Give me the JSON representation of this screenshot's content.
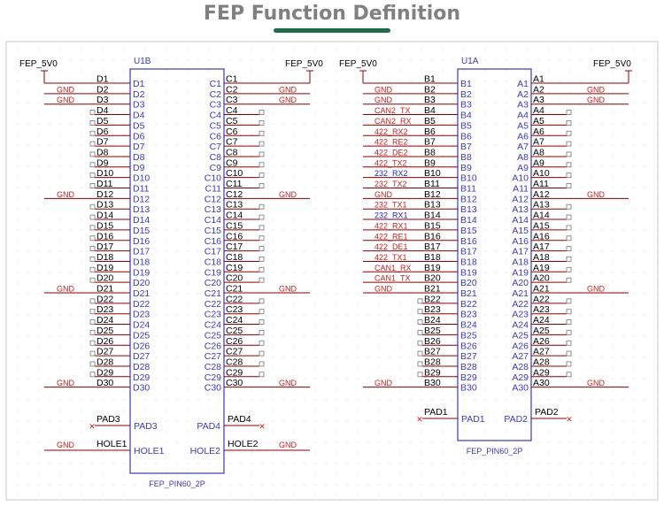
{
  "title": "FEP Function Definition",
  "colors": {
    "title": "#808080",
    "underline": "#1f6b4a",
    "body_outline": "#3b3bb5",
    "pin_line": "#8b0000",
    "net_red": "#cc2020",
    "net_blue": "#2020cc",
    "text": "#000000",
    "frame": "#c8c8c8"
  },
  "u1b": {
    "ref": "U1B",
    "part": "FEP_PIN60_2P",
    "left_power": "FEP_5V0",
    "right_power": "FEP_5V0",
    "left_pins": [
      "D1",
      "D2",
      "D3",
      "D4",
      "D5",
      "D6",
      "D7",
      "D8",
      "D9",
      "D10",
      "D11",
      "D12",
      "D13",
      "D14",
      "D15",
      "D16",
      "D17",
      "D18",
      "D19",
      "D20",
      "D21",
      "D22",
      "D23",
      "D24",
      "D25",
      "D26",
      "D27",
      "D28",
      "D29",
      "D30"
    ],
    "right_pins": [
      "C1",
      "C2",
      "C3",
      "C4",
      "C5",
      "C6",
      "C7",
      "C8",
      "C9",
      "C10",
      "C11",
      "C12",
      "C13",
      "C14",
      "C15",
      "C16",
      "C17",
      "C18",
      "C19",
      "C20",
      "C21",
      "C22",
      "C23",
      "C24",
      "C25",
      "C26",
      "C27",
      "C28",
      "C29",
      "C30"
    ],
    "left_nets": {
      "2": "GND",
      "3": "GND",
      "12": "GND",
      "21": "GND",
      "30": "GND"
    },
    "right_nets": {
      "2": "GND",
      "3": "GND",
      "12": "GND",
      "21": "GND",
      "30": "GND"
    },
    "pad_left": "PAD3",
    "pad_right": "PAD4",
    "hole_left": "HOLE1",
    "hole_right": "HOLE2",
    "hole_left_net": "GND",
    "hole_right_net": "GND"
  },
  "u1a": {
    "ref": "U1A",
    "part": "FEP_PIN60_2P",
    "left_power": "FEP_5V0",
    "right_power": "FEP_5V0",
    "left_pins": [
      "B1",
      "B2",
      "B3",
      "B4",
      "B5",
      "B6",
      "B7",
      "B8",
      "B9",
      "B10",
      "B11",
      "B12",
      "B13",
      "B14",
      "B15",
      "B16",
      "B17",
      "B18",
      "B19",
      "B20",
      "B21",
      "B22",
      "B23",
      "B24",
      "B25",
      "B26",
      "B27",
      "B28",
      "B29",
      "B30"
    ],
    "right_pins": [
      "A1",
      "A2",
      "A3",
      "A4",
      "A5",
      "A6",
      "A7",
      "A8",
      "A9",
      "A10",
      "A11",
      "A12",
      "A13",
      "A14",
      "A15",
      "A16",
      "A17",
      "A18",
      "A19",
      "A20",
      "A21",
      "A22",
      "A23",
      "A24",
      "A25",
      "A26",
      "A27",
      "A28",
      "A29",
      "A30"
    ],
    "left_nets": {
      "2": "GND",
      "3": "GND",
      "4": "CAN2_TX",
      "5": "CAN2_RX",
      "6": "422_RX2",
      "7": "422_RE2",
      "8": "422_DE2",
      "9": "422_TX2",
      "10": "232_RX2",
      "11": "232_TX2",
      "12": "GND",
      "13": "232_TX1",
      "14": "232_RX1",
      "15": "422_RX1",
      "16": "422_RE1",
      "17": "422_DE1",
      "18": "422_TX1",
      "19": "CAN1_RX",
      "20": "CAN1_TX",
      "21": "GND",
      "30": "GND"
    },
    "right_nets": {
      "2": "GND",
      "3": "GND",
      "12": "GND",
      "21": "GND",
      "30": "GND"
    },
    "pad_left": "PAD1",
    "pad_right": "PAD2"
  }
}
